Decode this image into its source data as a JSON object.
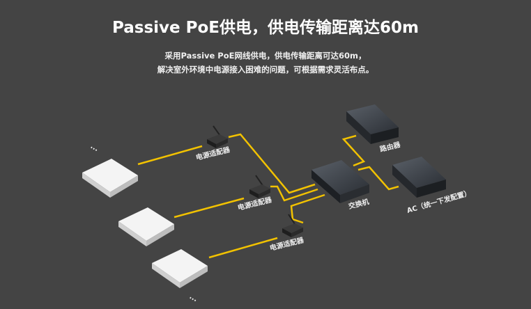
{
  "header": {
    "title": "Passive PoE供电，供电传输距离达60m",
    "subtitle_line1": "采用Passive PoE网线供电，供电传输距离可达60m，",
    "subtitle_line2": "解决室外环境中电源接入困难的问题，可根据需求灵活布点。"
  },
  "diagram": {
    "adapter_label": "电源适配器",
    "adapter_label_2": "电源适配器",
    "adapter_label_3": "电源适配器",
    "switch_label": "交换机",
    "router_label": "路由器",
    "ac_label": "AC（统一下发配置）",
    "ellipsis": "···",
    "wire_color": "#f2c200"
  }
}
